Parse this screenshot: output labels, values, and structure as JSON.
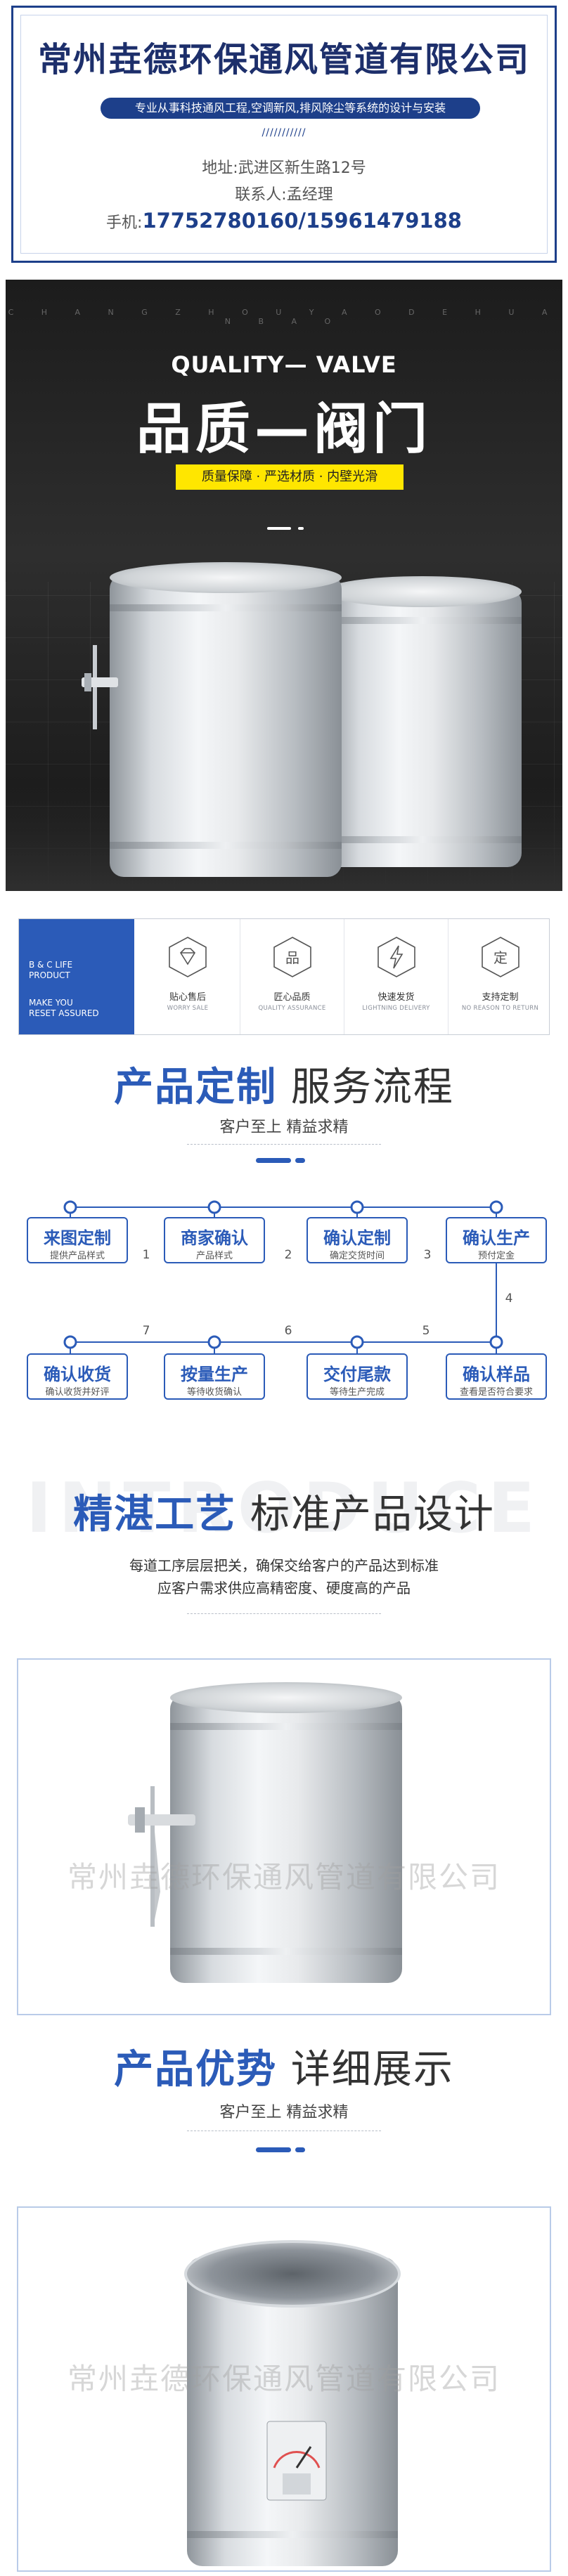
{
  "header": {
    "company": "常州垚德环保通风管道有限公司",
    "tagline": "专业从事科技通风工程,空调新风,排风除尘等系统的设计与安装",
    "slashes": "///////////",
    "address": "地址:武进区新生路12号",
    "contact": "联系人:孟经理",
    "phone_label": "手机:",
    "phone": "17752780160/15961479188"
  },
  "hero": {
    "watermark": "C H A N G Z H O U Y A O D E H U A N B A O",
    "quality": "QUALITY— VALVE",
    "title": "品质—阀门",
    "badge": "质量保障 · 严选材质 · 内壁光滑"
  },
  "features": {
    "left_line1a": "B & C LIFE",
    "left_line1b": "PRODUCT",
    "left_line2a": "MAKE YOU",
    "left_line2b": "RESET ASSURED",
    "items": [
      {
        "icon": "diamond-icon",
        "cn": "贴心售后",
        "en": "WORRY SALE"
      },
      {
        "icon": "product-icon",
        "cn": "匠心品质",
        "en": "QUALITY ASSURANCE"
      },
      {
        "icon": "lightning-icon",
        "cn": "快速发货",
        "en": "LIGHTNING DELIVERY"
      },
      {
        "icon": "custom-icon",
        "cn": "支持定制",
        "en": "NO REASON TO RETURN"
      }
    ],
    "glyph_product": "品",
    "glyph_custom": "定"
  },
  "process": {
    "title_blue": "产品定制",
    "title_dark": " 服务流程",
    "subtitle": "客户至上 精益求精",
    "steps": [
      {
        "title": "来图定制",
        "sub": "提供产品样式"
      },
      {
        "title": "商家确认",
        "sub": "产品样式"
      },
      {
        "title": "确认定制",
        "sub": "确定交货时间"
      },
      {
        "title": "确认生产",
        "sub": "预付定金"
      },
      {
        "title": "确认样品",
        "sub": "查看是否符合要求"
      },
      {
        "title": "交付尾款",
        "sub": "等待生产完成"
      },
      {
        "title": "按量生产",
        "sub": "等待收货确认"
      },
      {
        "title": "确认收货",
        "sub": "确认收货并好评"
      }
    ],
    "numbers": [
      "1",
      "2",
      "3",
      "4",
      "5",
      "6",
      "7"
    ]
  },
  "craft": {
    "bg_text": "INTRODUCE",
    "title_blue": "精湛工艺",
    "title_dark": " 标准产品设计",
    "desc1": "每道工序层层把关，确保交给客户的产品达到标准",
    "desc2": "应客户需求供应高精密度、硬度高的产品",
    "watermark": "常州垚德环保通风管道有限公司"
  },
  "advantage": {
    "title_blue": "产品优势",
    "title_dark": " 详细展示",
    "subtitle": "客户至上 精益求精",
    "watermark": "常州垚德环保通风管道有限公司"
  },
  "colors": {
    "brand_blue": "#2b5bb8",
    "navy": "#1d3f8a",
    "badge_yellow": "#ffe600"
  }
}
